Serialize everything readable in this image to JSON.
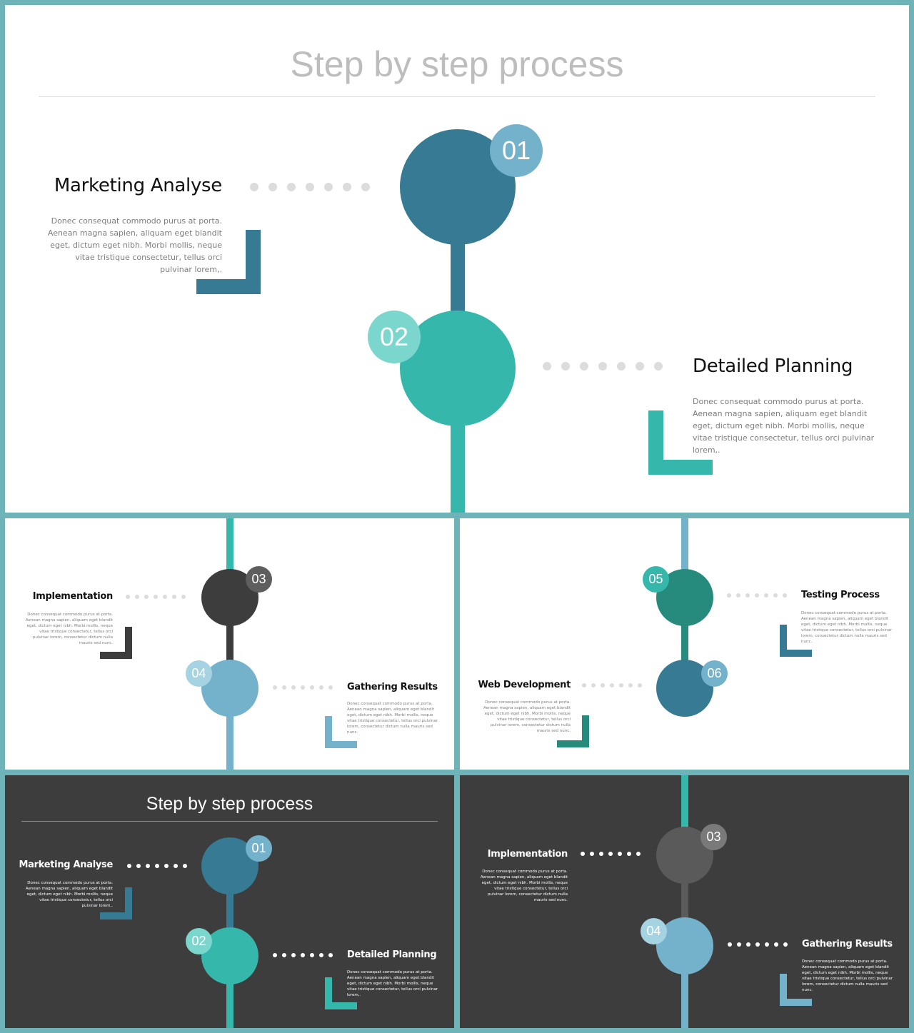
{
  "colors": {
    "frame": "#6db3b8",
    "navy": "#367a93",
    "teal": "#35b8ab",
    "light_blue": "#74b2cc",
    "dark_teal": "#268a7c",
    "charcoal": "#3d3d3d",
    "grey_circle": "#5a5a5a"
  },
  "panel_main": {
    "title": "Step by step process",
    "step1": {
      "number": "01",
      "heading": "Marketing Analyse",
      "text": "Donec consequat commodo purus at porta. Aenean magna sapien, aliquam eget blandit eget, dictum eget nibh. Morbi mollis, neque vitae tristique consectetur, tellus orci pulvinar lorem,."
    },
    "step2": {
      "number": "02",
      "heading": "Detailed Planning",
      "text": "Donec consequat commodo purus at porta. Aenean magna sapien, aliquam eget blandit eget, dictum eget nibh. Morbi mollis, neque vitae tristique consectetur, tellus orci pulvinar lorem,."
    }
  },
  "panel_mid_left": {
    "step3": {
      "number": "03",
      "heading": "Implementation",
      "text": "Donec consequat commodo purus at porta. Aenean magna sapien, aliquam eget blandit eget, dictum eget nibh. Morbi mollis, neque vitae tristique consectetur, tellus orci pulvinar lorem, consectetur dictum nulla mauris sed nunc."
    },
    "step4": {
      "number": "04",
      "heading": "Gathering Results",
      "text": "Donec consequat commodo purus at porta. Aenean magna sapien, aliquam eget blandit eget, dictum eget nibh. Morbi mollis, neque vitae tristique consectetur, tellus orci pulvinar lorem, consectetur dictum nulla mauris sed nunc."
    }
  },
  "panel_mid_right": {
    "step5": {
      "number": "05",
      "heading": "Testing Process",
      "text": "Donec consequat commodo purus at porta. Aenean magna sapien, aliquam eget blandit eget, dictum eget nibh. Morbi mollis, neque vitae tristique consectetur, tellus orci pulvinar lorem, consectetur dictum nulla mauris sed nunc."
    },
    "step6": {
      "number": "06",
      "heading": "Web Development",
      "text": "Donec consequat commodo purus at porta. Aenean magna sapien, aliquam eget blandit eget, dictum eget nibh. Morbi mollis, neque vitae tristique consectetur, tellus orci pulvinar lorem, consectetur dictum nulla mauris sed nunc."
    }
  },
  "panel_bottom_left": {
    "title": "Step by step process",
    "step1": {
      "number": "01",
      "heading": "Marketing Analyse",
      "text": "Donec consequat commodo purus at porta. Aenean magna sapien, aliquam eget blandit eget, dictum eget nibh. Morbi mollis, neque vitae tristique consectetur, tellus orci pulvinar lorem,."
    },
    "step2": {
      "number": "02",
      "heading": "Detailed Planning",
      "text": "Donec consequat commodo purus at porta. Aenean magna sapien, aliquam eget blandit eget, dictum eget nibh. Morbi mollis, neque vitae tristique consectetur, tellus orci pulvinar lorem,."
    }
  },
  "panel_bottom_right": {
    "step3": {
      "number": "03",
      "heading": "Implementation",
      "text": "Donec consequat commodo purus at porta. Aenean magna sapien, aliquam eget blandit eget, dictum eget nibh. Morbi mollis, neque vitae tristique consectetur, tellus orci pulvinar lorem, consectetur dictum nulla mauris sed nunc."
    },
    "step4": {
      "number": "04",
      "heading": "Gathering Results",
      "text": "Donec consequat commodo purus at porta. Aenean magna sapien, aliquam eget blandit eget, dictum eget nibh. Morbi mollis, neque vitae tristique consectetur, tellus orci pulvinar lorem, consectetur dictum nulla mauris sed nunc."
    }
  }
}
